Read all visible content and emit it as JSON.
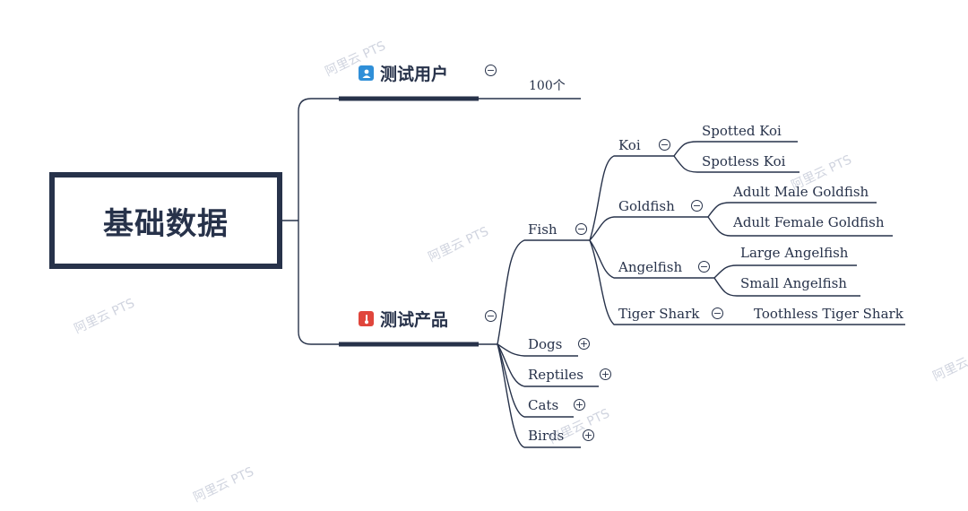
{
  "mindmap": {
    "root": {
      "label": "基础数据"
    },
    "branch_users": {
      "label": "测试用户",
      "toggle": "−",
      "child": "100个"
    },
    "branch_products": {
      "label": "测试产品",
      "toggle": "−",
      "fish": {
        "label": "Fish",
        "toggle": "−",
        "koi": {
          "label": "Koi",
          "toggle": "−",
          "children": [
            "Spotted Koi",
            "Spotless Koi"
          ]
        },
        "goldfish": {
          "label": "Goldfish",
          "toggle": "−",
          "children": [
            "Adult Male Goldfish",
            "Adult Female Goldfish"
          ]
        },
        "angelfish": {
          "label": "Angelfish",
          "toggle": "−",
          "children": [
            "Large Angelfish",
            "Small Angelfish"
          ]
        },
        "tiger_shark": {
          "label": "Tiger Shark",
          "toggle": "−",
          "children": [
            "Toothless Tiger Shark"
          ]
        }
      },
      "dogs": {
        "label": "Dogs",
        "toggle": "+"
      },
      "reptiles": {
        "label": "Reptiles",
        "toggle": "+"
      },
      "cats": {
        "label": "Cats",
        "toggle": "+"
      },
      "birds": {
        "label": "Birds",
        "toggle": "+"
      }
    }
  },
  "watermark": "阿里云 PTS",
  "colors": {
    "line": "#27324a",
    "user_icon": "#2f8fd8",
    "product_icon": "#e0463c",
    "watermark": "#aab2c8"
  },
  "icons": {
    "users_branch": "user-card-icon",
    "products_branch": "thermometer-icon"
  }
}
